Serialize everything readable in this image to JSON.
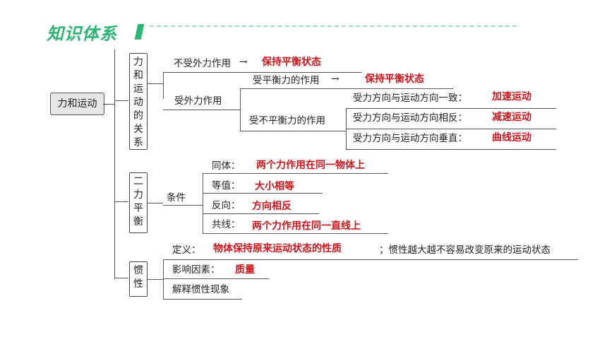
{
  "header": {
    "title": "知识体系"
  },
  "root": {
    "label": "力和运动"
  },
  "relation": {
    "label": "力和运动的关系",
    "chars": [
      "力",
      "和",
      "运",
      "动",
      "的",
      "关",
      "系"
    ],
    "no_force": {
      "label": "不受外力作用",
      "answer": "保持平衡状态"
    },
    "with_force": {
      "label": "受外力作用",
      "balanced": {
        "label": "受平衡力的作用",
        "answer": "保持平衡状态"
      },
      "unbalanced": {
        "label": "受不平衡力的作用",
        "cases": [
          {
            "label": "受力方向与运动方向一致：",
            "answer": "加速运动"
          },
          {
            "label": "受力方向与运动方向相反：",
            "answer": "减速运动"
          },
          {
            "label": "受力方向与运动方向垂直：",
            "answer": "曲线运动"
          }
        ]
      }
    }
  },
  "balance": {
    "chars": [
      "二",
      "力",
      "平",
      "衡"
    ],
    "condition_label": "条件",
    "items": [
      {
        "label": "同体：",
        "answer": "两个力作用在同一物体上"
      },
      {
        "label": "等值：",
        "answer": "大小相等"
      },
      {
        "label": "反向：",
        "answer": "方向相反"
      },
      {
        "label": "共线：",
        "answer": "两个力作用在同一直线上"
      }
    ]
  },
  "inertia": {
    "chars": [
      "惯",
      "性"
    ],
    "definition": {
      "label": "定义：",
      "answer": "物体保持原来运动状态的性质",
      "tail": "；惯性越大越不容易改变原来的运动状态"
    },
    "factor": {
      "label": "影响因素：",
      "answer": "质量"
    },
    "explain": {
      "label": "解释惯性现象"
    }
  }
}
